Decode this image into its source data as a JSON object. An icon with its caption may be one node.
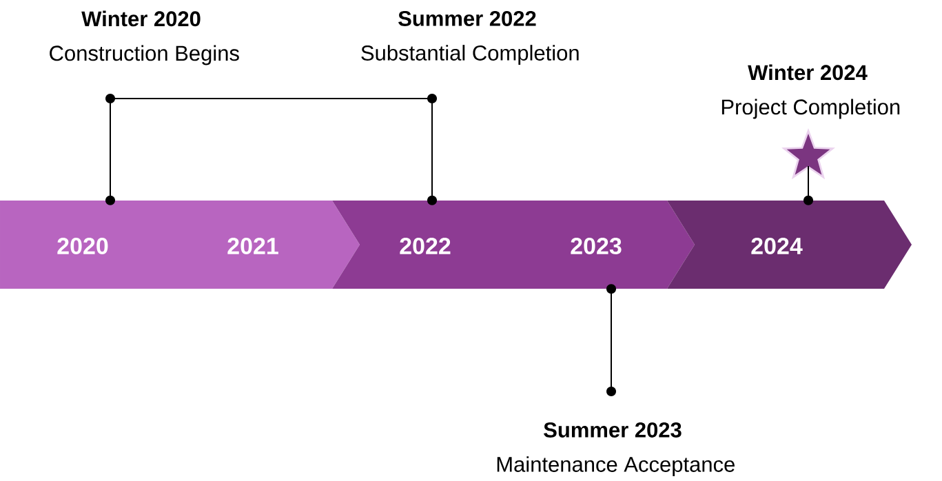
{
  "diagram": {
    "nodes": [
      {
        "text": [
          "Winter 2020",
          "Construction Begins"
        ]
      },
      {
        "text": [
          "Summer 2022",
          "Substantial Completion"
        ]
      },
      {
        "text": [
          "Winter 2024",
          "Project Completion"
        ]
      },
      {
        "text": [],
        "shape": "star"
      },
      {
        "text": [
          "2020",
          "2021"
        ]
      },
      {
        "text": [
          "2022",
          "2023"
        ]
      },
      {
        "text": [
          "2024"
        ]
      },
      {
        "text": [
          "Summer 2023",
          "Maintenance Acceptance"
        ]
      }
    ],
    "edges": [
      {
        "from": 0,
        "to": 4,
        "arrow": "other"
      },
      {
        "from": 1,
        "to": 5,
        "arrow": "other"
      },
      {
        "from": 3,
        "to": 6,
        "arrow": "other"
      },
      {
        "from": 7,
        "to": 5,
        "arrow": "other"
      }
    ]
  }
}
